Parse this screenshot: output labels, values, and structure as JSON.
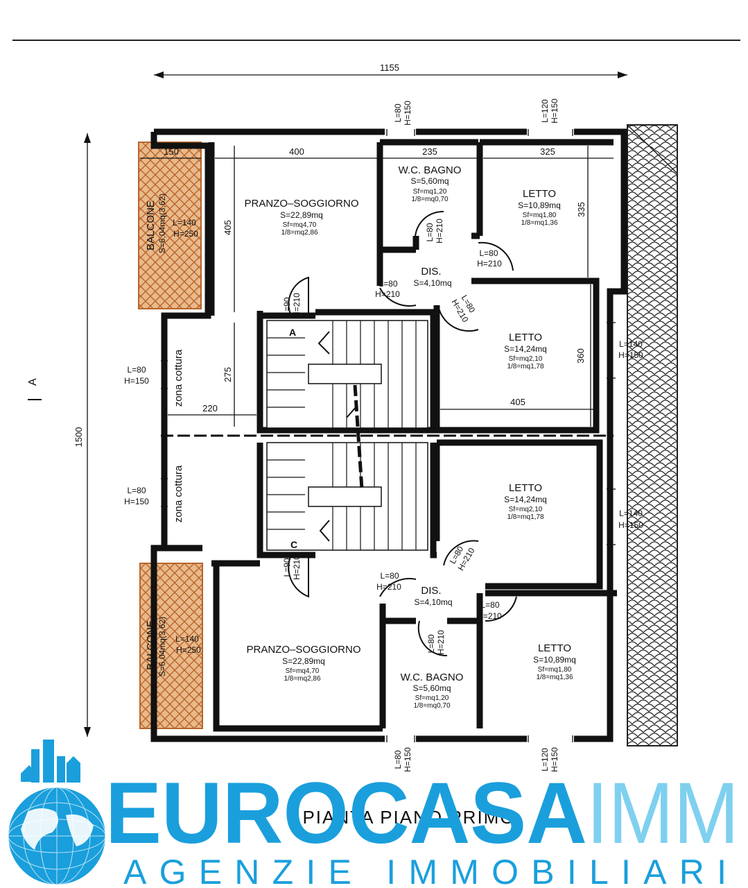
{
  "overall": {
    "width": "1155",
    "height": "1500"
  },
  "section_marker": "A",
  "rooms": [
    {
      "name": "PRANZO–SOGGIORNO",
      "area": "S=22,89mq",
      "sf": "Sf=mq4,70",
      "eighth": "1/8=mq2,86"
    },
    {
      "name": "W.C. BAGNO",
      "area": "S=5,60mq",
      "sf": "Sf=mq1,20",
      "eighth": "1/8=mq0,70"
    },
    {
      "name": "LETTO",
      "area": "S=10,89mq",
      "sf": "Sf=mq1,80",
      "eighth": "1/8=mq1,36"
    },
    {
      "name": "DIS.",
      "area": "S=4,10mq"
    },
    {
      "name": "LETTO",
      "area": "S=14,24mq",
      "sf": "Sf=mq2,10",
      "eighth": "1/8=mq1,78"
    },
    {
      "name": "zona cottura"
    },
    {
      "name": "LETTO",
      "area": "S=14,24mq",
      "sf": "Sf=mq2,10",
      "eighth": "1/8=mq1,78"
    },
    {
      "name": "zona cottura"
    },
    {
      "name": "DIS.",
      "area": "S=4,10mq"
    },
    {
      "name": "PRANZO–SOGGIORNO",
      "area": "S=22,89mq",
      "sf": "Sf=mq4,70",
      "eighth": "1/8=mq2,86"
    },
    {
      "name": "W.C. BAGNO",
      "area": "S=5,60mq",
      "sf": "Sf=mq1,20",
      "eighth": "1/8=mq0,70"
    },
    {
      "name": "LETTO",
      "area": "S=10,89mq",
      "sf": "Sf=mq1,80",
      "eighth": "1/8=mq1,36"
    }
  ],
  "balconies": [
    {
      "label": "BALCONE",
      "area": "S=6,04mq(3,62)"
    },
    {
      "label": "BALCONE",
      "area": "S=6,04mq(3,62)"
    }
  ],
  "dimensions": [
    "150",
    "400",
    "235",
    "325",
    "405",
    "335",
    "275",
    "220",
    "360",
    "405"
  ],
  "openings": [
    {
      "l": "L=80",
      "h": "H=150"
    },
    {
      "l": "L=120",
      "h": "H=150"
    },
    {
      "l": "L=140",
      "h": "H=250"
    },
    {
      "l": "L=80",
      "h": "H=210"
    },
    {
      "l": "L=80",
      "h": "H=210"
    },
    {
      "l": "L=80",
      "h": "H=210"
    },
    {
      "l": "L=90",
      "h": "H=210"
    },
    {
      "l": "L=80",
      "h": "H=210"
    },
    {
      "l": "L=80",
      "h": "H=150"
    },
    {
      "l": "L=140",
      "h": "H=150"
    },
    {
      "l": "L=80",
      "h": "H=150"
    },
    {
      "l": "L=140",
      "h": "H=150"
    },
    {
      "l": "L=80",
      "h": "H=210"
    },
    {
      "l": "L=90",
      "h": "H=210"
    },
    {
      "l": "L=80",
      "h": "H=210"
    },
    {
      "l": "L=80",
      "h": "H=210"
    },
    {
      "l": "L=140",
      "h": "H=250"
    },
    {
      "l": "L=80",
      "h": "H=210"
    },
    {
      "l": "L=80",
      "h": "H=150"
    },
    {
      "l": "L=120",
      "h": "H=150"
    }
  ],
  "stair_labels": [
    "A",
    "C"
  ],
  "plan_title": "PIANTA PIANO PRIMO",
  "brand": {
    "name_dark": "EUROCASA",
    "name_light": "IMM",
    "tagline": "AGENZIE IMMOBILIARI"
  },
  "colors": {
    "balcony": "#e9b98a",
    "brand_dark": "#1a9fdc",
    "brand_light": "#7fd0ef"
  }
}
